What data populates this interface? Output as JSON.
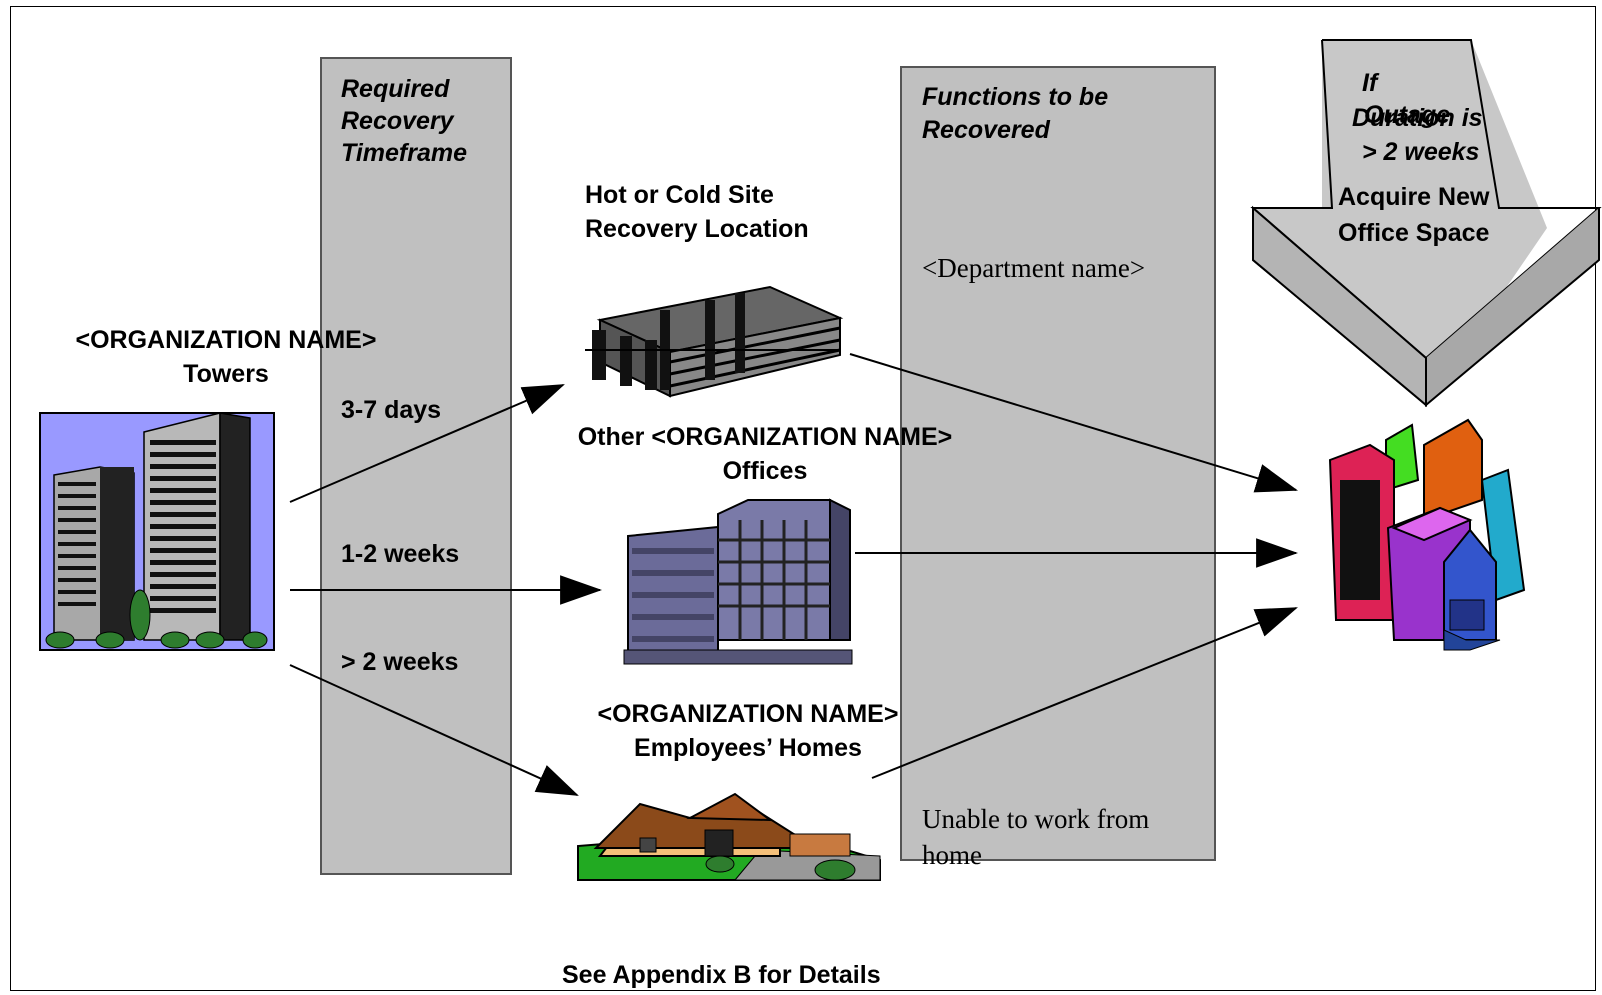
{
  "timeframe_column": {
    "heading_line1": "Required",
    "heading_line2": "Recovery",
    "heading_line3": "Timeframe",
    "row1": "3-7 days",
    "row2": "1-2 weeks",
    "row3": "> 2 weeks"
  },
  "functions_column": {
    "heading_line1": "Functions to be",
    "heading_line2": "Recovered",
    "department": "<Department name>",
    "note_line1": "Unable to work from",
    "note_line2": "home"
  },
  "arrow_box": {
    "line1": "If",
    "line2": "Outage",
    "line3": "Duration is",
    "line4": "> 2 weeks",
    "line5": "Acquire New",
    "line6": "Office Space"
  },
  "source": {
    "line1": "<ORGANIZATION NAME>",
    "line2": "Towers"
  },
  "destinations": {
    "hot_site_line1": "Hot or Cold Site",
    "hot_site_line2": "Recovery Location",
    "offices_line1": "Other <ORGANIZATION NAME>",
    "offices_line2": "Offices",
    "homes_line1": "<ORGANIZATION NAME>",
    "homes_line2": "Employees’ Homes",
    "homes_note": "See Appendix B for Details"
  },
  "colors": {
    "column_fill": "#c0c0c0",
    "sky": "#9999ff",
    "grass": "#22aa22"
  }
}
